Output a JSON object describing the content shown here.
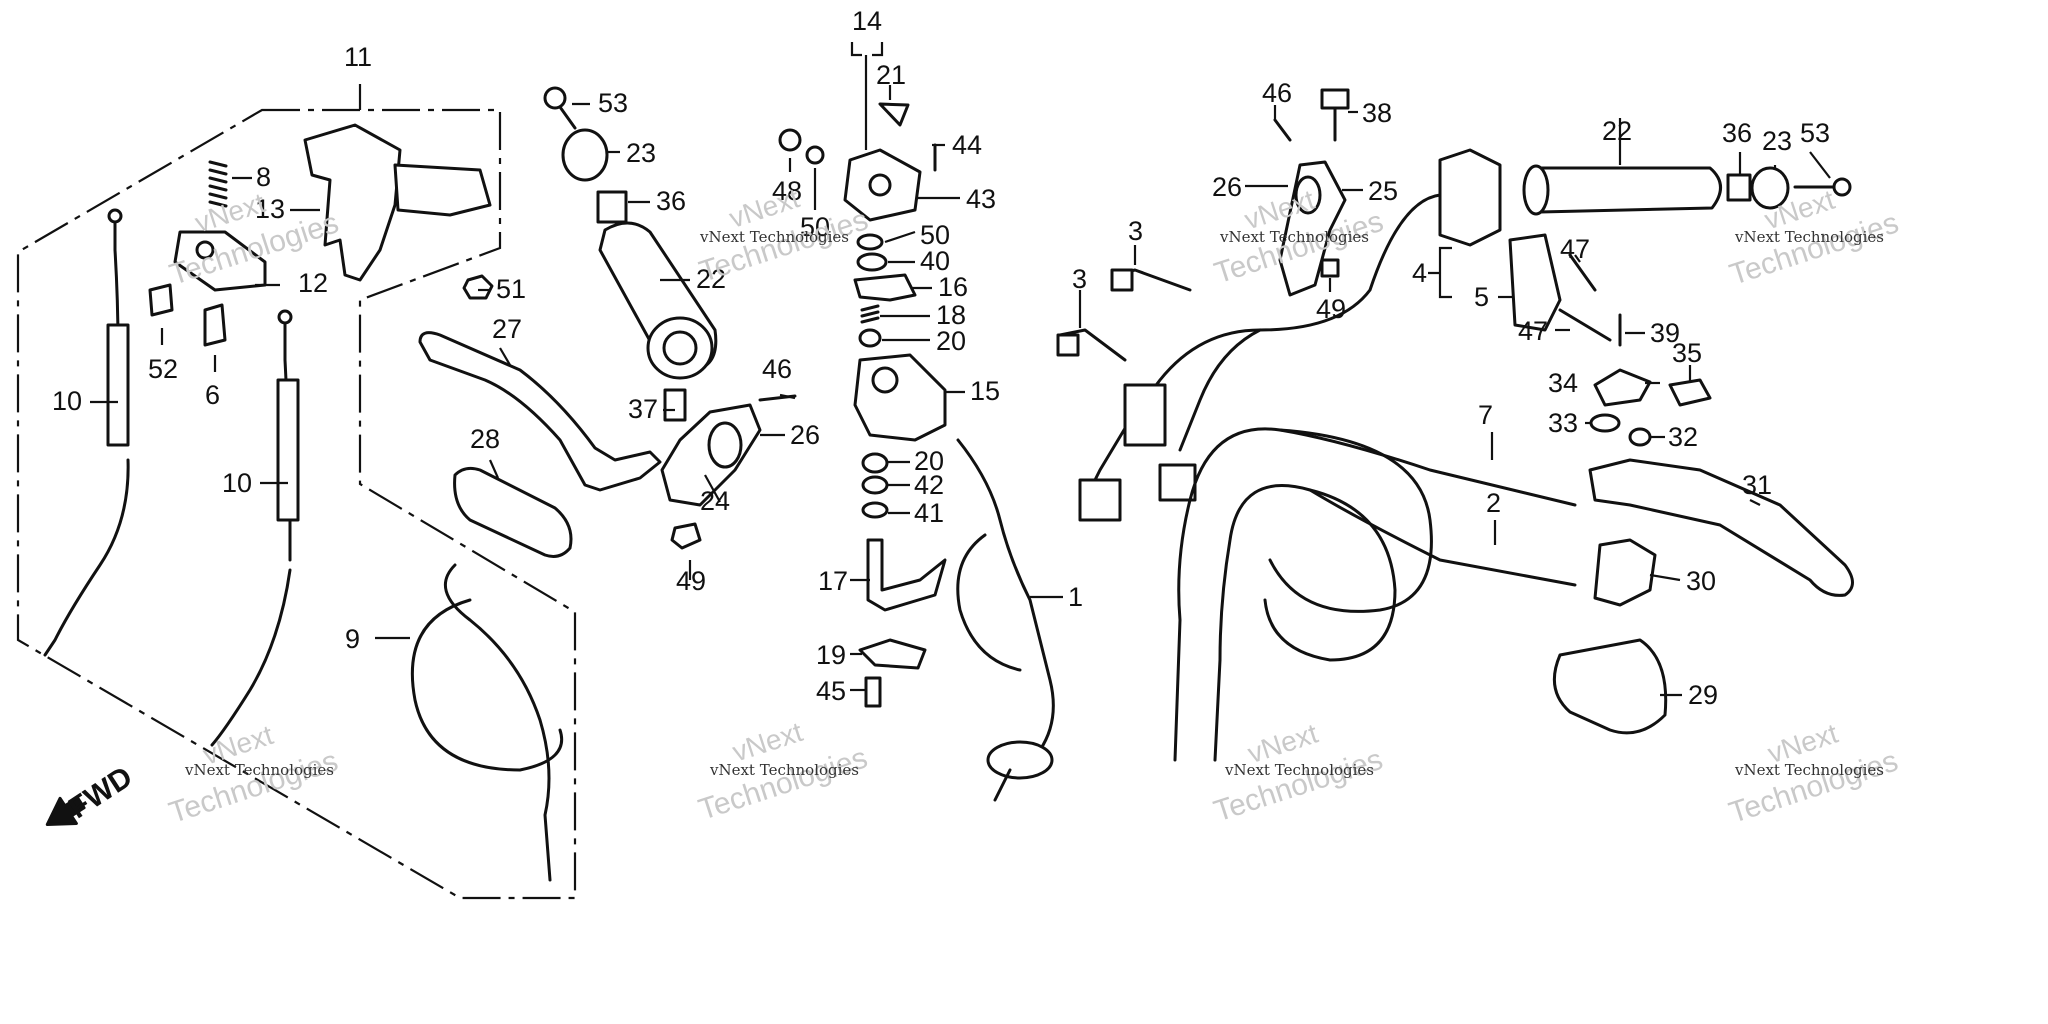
{
  "diagram": {
    "callouts": {
      "c1": "1",
      "c2": "2",
      "c3a": "3",
      "c3b": "3",
      "c4": "4",
      "c5": "5",
      "c6": "6",
      "c7": "7",
      "c8": "8",
      "c9": "9",
      "c10a": "10",
      "c10b": "10",
      "c11": "11",
      "c12": "12",
      "c13": "13",
      "c14": "14",
      "c15": "15",
      "c16": "16",
      "c17": "17",
      "c18": "18",
      "c19": "19",
      "c20a": "20",
      "c20b": "20",
      "c21": "21",
      "c22a": "22",
      "c22b": "22",
      "c23a": "23",
      "c23b": "23",
      "c24": "24",
      "c25": "25",
      "c26a": "26",
      "c26b": "26",
      "c27": "27",
      "c28": "28",
      "c29": "29",
      "c30": "30",
      "c31": "31",
      "c32": "32",
      "c33": "33",
      "c34": "34",
      "c35": "35",
      "c36a": "36",
      "c36b": "36",
      "c37": "37",
      "c38": "38",
      "c39": "39",
      "c40": "40",
      "c41": "41",
      "c42": "42",
      "c43": "43",
      "c44": "44",
      "c45": "45",
      "c46a": "46",
      "c46b": "46",
      "c47a": "47",
      "c47b": "47",
      "c48": "48",
      "c49a": "49",
      "c49b": "49",
      "c50a": "50",
      "c50b": "50",
      "c51": "51",
      "c52": "52",
      "c53a": "53",
      "c53b": "53"
    },
    "fwd_label": "FWD",
    "watermark": {
      "line1": "vNext",
      "line2": "Technologies",
      "small": "vNext Technologies"
    }
  }
}
